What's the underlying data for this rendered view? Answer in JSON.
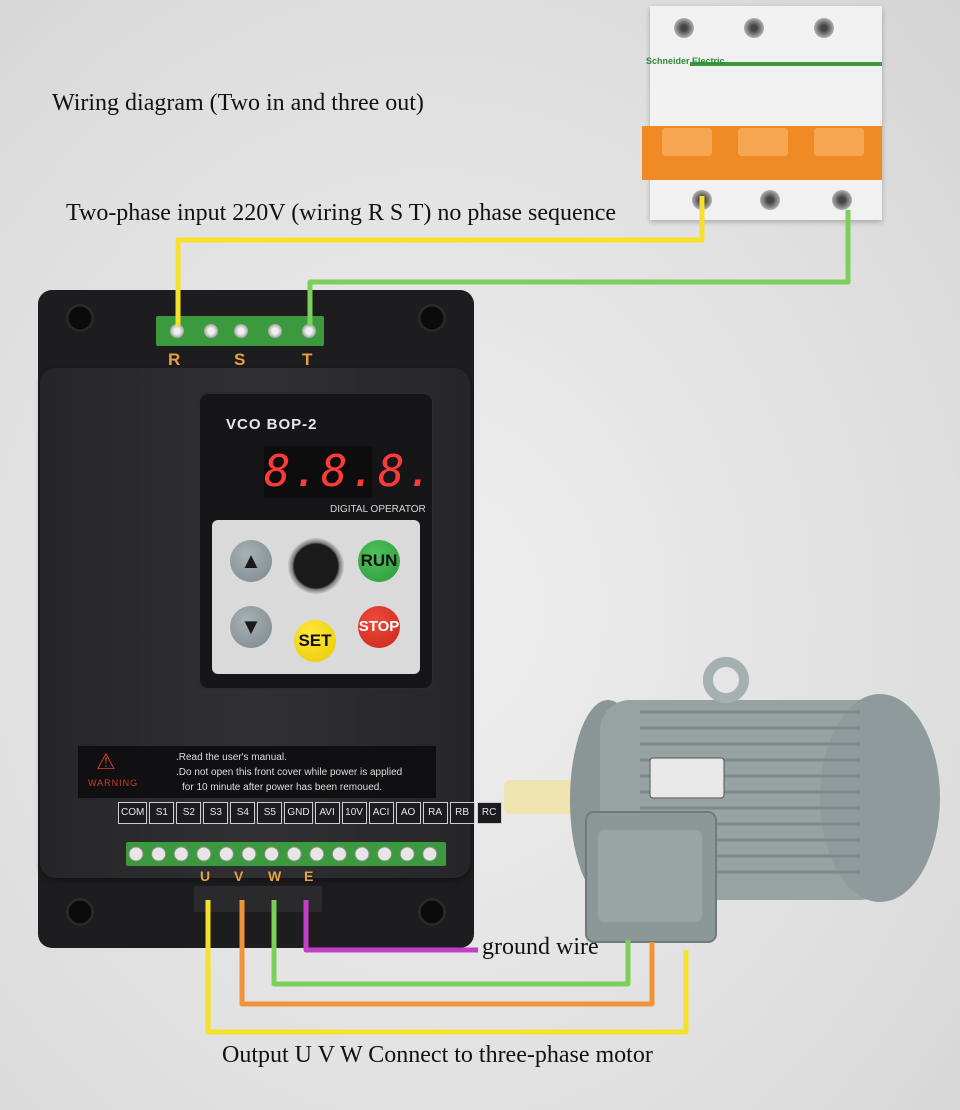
{
  "captions": {
    "title": "Wiring diagram (Two in and three out)",
    "input": "Two-phase input 220V (wiring R S T) no phase sequence",
    "ground": "ground wire",
    "output": "Output U V W   Connect to three-phase motor"
  },
  "input_terminals": [
    "R",
    "S",
    "T"
  ],
  "output_terminals": [
    "U",
    "V",
    "W",
    "E"
  ],
  "operator_panel": {
    "model": "VCO BOP-2",
    "display": "8.8.8.",
    "label": "DIGITAL OPERATOR",
    "buttons": {
      "up": "▲",
      "down": "▼",
      "run": "RUN",
      "stop": "STOP",
      "set": "SET"
    }
  },
  "warning": {
    "word": "WARNING",
    "lines": [
      ".Read the user's manual.",
      ".Do not open this front cover while power is applied",
      "for 10 minute after power has been remoued."
    ]
  },
  "control_terminals": [
    "COM",
    "S1",
    "S2",
    "S3",
    "S4",
    "S5",
    "GND",
    "AVI",
    "10V",
    "ACI",
    "AO",
    "RA",
    "RB",
    "RC"
  ],
  "breaker": {
    "brand": "Schneider Electric"
  },
  "wire_colors": {
    "R": "#f5e02a",
    "T": "#7ccf5a",
    "U": "#f5e02a",
    "V": "#f0943a",
    "W": "#7ccf5a",
    "E": "#c43ec8"
  }
}
